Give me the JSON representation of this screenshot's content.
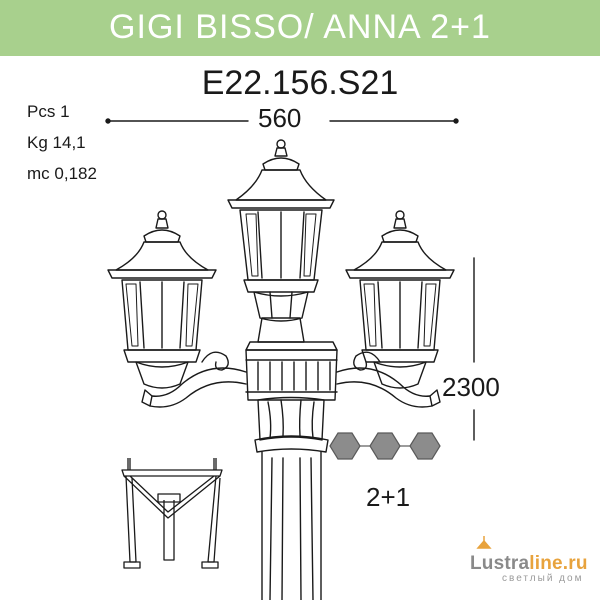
{
  "header": {
    "title": "GIGI BISSO/ ANNA 2+1",
    "color": "#a8d08d"
  },
  "model": "E22.156.S21",
  "specs": [
    {
      "label": "Pcs",
      "value": "1"
    },
    {
      "label": "Kg",
      "value": "14,1"
    },
    {
      "label": "mc",
      "value": "0,182"
    }
  ],
  "dimensions": {
    "width": "560",
    "height": "2300"
  },
  "configuration": {
    "label": "2+1",
    "shape_color": "#8c8c8c"
  },
  "icons": [
    "three-lantern-pole-drawing",
    "base-bracket-drawing",
    "hexagon-config-icon",
    "lamp-logo-icon"
  ],
  "logo": {
    "part1": "Lustra",
    "part2": "line.ru",
    "subtitle": "светлый дом",
    "accent": "#e8a33d"
  }
}
